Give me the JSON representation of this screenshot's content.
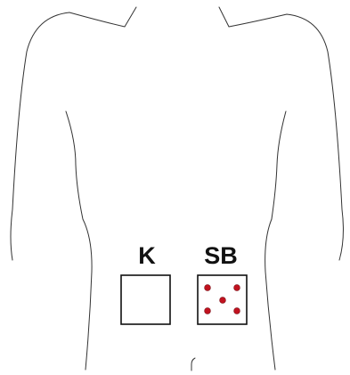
{
  "diagram": {
    "sites": [
      {
        "id": "k",
        "label": "K",
        "points": 0
      },
      {
        "id": "sb",
        "label": "SB",
        "points": 5
      }
    ],
    "colors": {
      "outline": "#333333",
      "box_border": "#111111",
      "point": "#c1121f"
    }
  }
}
